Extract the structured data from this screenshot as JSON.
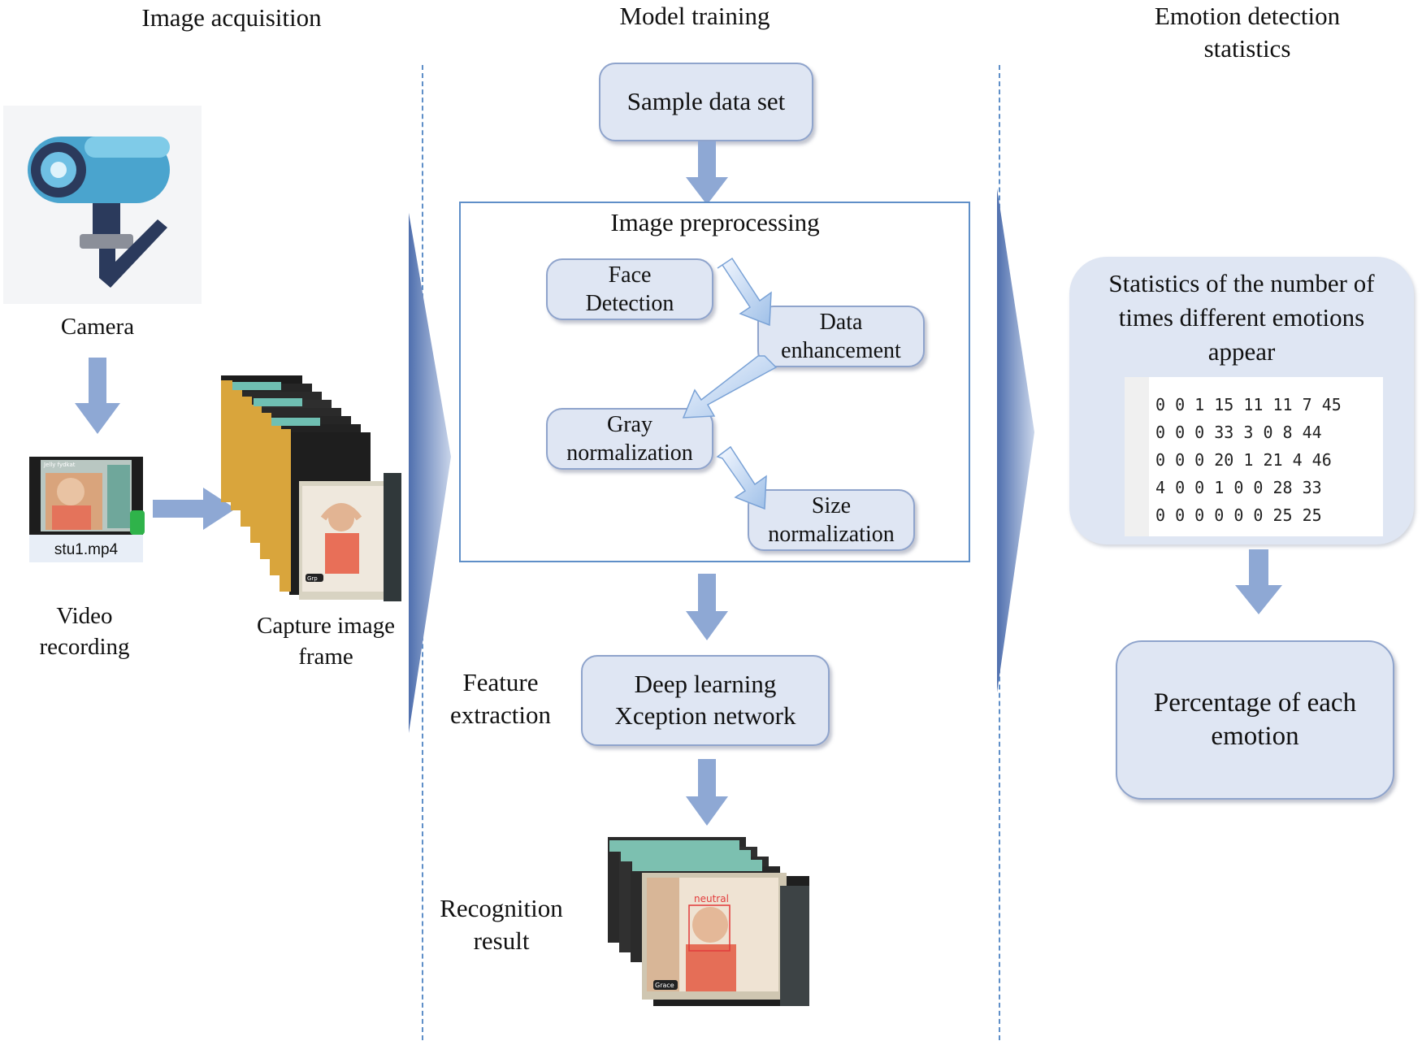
{
  "sections": {
    "acquisition": "Image acquisition",
    "training": "Model training",
    "stats_line1": "Emotion detection",
    "stats_line2": "statistics"
  },
  "acquisition": {
    "camera_label": "Camera",
    "video_filename": "stu1.mp4",
    "video_label_1": "Video",
    "video_label_2": "recording",
    "capture_label_1": "Capture image",
    "capture_label_2": "frame",
    "video_overlay": "Jelly fydkat",
    "frame_tag": "Grp"
  },
  "training": {
    "sample": "Sample data set",
    "preproc_title": "Image preprocessing",
    "face_1": "Face",
    "face_2": "Detection",
    "enh_1": "Data",
    "enh_2": "enhancement",
    "gray_1": "Gray",
    "gray_2": "normalization",
    "size_1": "Size",
    "size_2": "normalization",
    "feature_1": "Feature",
    "feature_2": "extraction",
    "deep_1": "Deep learning",
    "deep_2": "Xception network",
    "recog_1": "Recognition",
    "recog_2": "result",
    "detect_tag": "neutral",
    "name_tag": "Grace"
  },
  "stats": {
    "title_1": "Statistics of the number of",
    "title_2": "times different emotions",
    "title_3": "appear",
    "rows": [
      "0 0 1 15 11 11 7 45",
      "0 0 0 33 3 0 8 44",
      "0 0 0 20 1 21 4 46",
      "4 0 0 1 0 0 28 33",
      "0 0 0 0 0 0 25 25"
    ],
    "pct_1": "Percentage of each",
    "pct_2": "emotion"
  },
  "colors": {
    "box_fill": "#dfe6f3",
    "box_border": "#8fa4cc",
    "arrow": "#8ea8d4",
    "divider": "#5f8fc8"
  }
}
